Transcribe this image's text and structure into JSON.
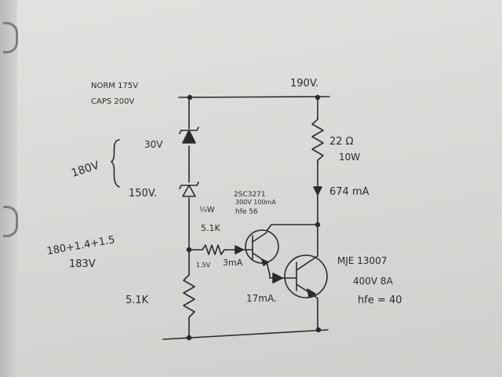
{
  "labels": {
    "norm": "NORM 175V",
    "caps": "CAPS 200V",
    "top_voltage": "190V.",
    "zener1": "30V",
    "total_zener": "180V",
    "zener2": "150V.",
    "resistor_top": "22 Ω",
    "resistor_top_power": "10W",
    "current_main": "674 mA",
    "transistor1_part": "2SC3271",
    "transistor1_rating": "300V 100mA",
    "zener_power": "¼W",
    "transistor1_hfe": "hfe 56",
    "base_resistor": "5.1K",
    "voltage_sum": "180+1.4+1.5",
    "voltage_result": "183V",
    "base_drop": "1.5V",
    "base_current": "3mA",
    "bottom_resistor": "5.1K",
    "drive_current": "17mA.",
    "transistor2_part": "MJE 13007",
    "transistor2_rating": "400V 8A",
    "transistor2_hfe": "hfe = 40"
  }
}
